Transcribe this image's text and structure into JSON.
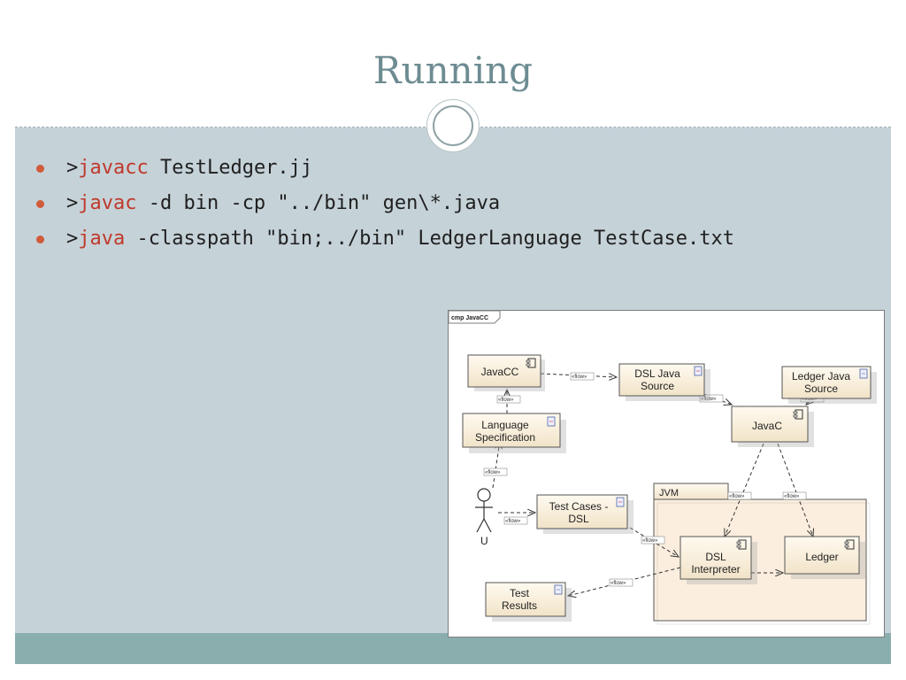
{
  "slide": {
    "title": "Running",
    "bullets": [
      {
        "prompt": ">",
        "command": "javacc",
        "rest": " TestLedger.jj"
      },
      {
        "prompt": ">",
        "command": "javac",
        "rest": " -d bin -cp \"../bin\" gen\\*.java"
      },
      {
        "prompt": ">",
        "command": "java",
        "rest": " -classpath \"bin;../bin\" LedgerLanguage TestCase.txt"
      }
    ],
    "colors": {
      "accent": "#d05b3a",
      "command": "#c0392b",
      "title": "#6d8c92",
      "background": "#c5d2d8",
      "footer": "#8aaeae"
    }
  },
  "diagram": {
    "frame_label": "cmp JavaCC",
    "nodes": {
      "javacc": "JavaCC",
      "dsl_java_source_1": "DSL Java",
      "dsl_java_source_2": "Source",
      "ledger_java_source_1": "Ledger Java",
      "ledger_java_source_2": "Source",
      "language_spec_1": "Language",
      "language_spec_2": "Specification",
      "javac": "JavaC",
      "jvm": "JVM",
      "test_cases_1": "Test Cases -",
      "test_cases_2": "DSL",
      "dsl_interpreter_1": "DSL",
      "dsl_interpreter_2": "Interpreter",
      "ledger": "Ledger",
      "test_results_1": "Test",
      "test_results_2": "Results",
      "actor": "U"
    },
    "flow_label": "«flow»",
    "icons": [
      "component-icon",
      "document-icon",
      "actor-icon"
    ]
  }
}
